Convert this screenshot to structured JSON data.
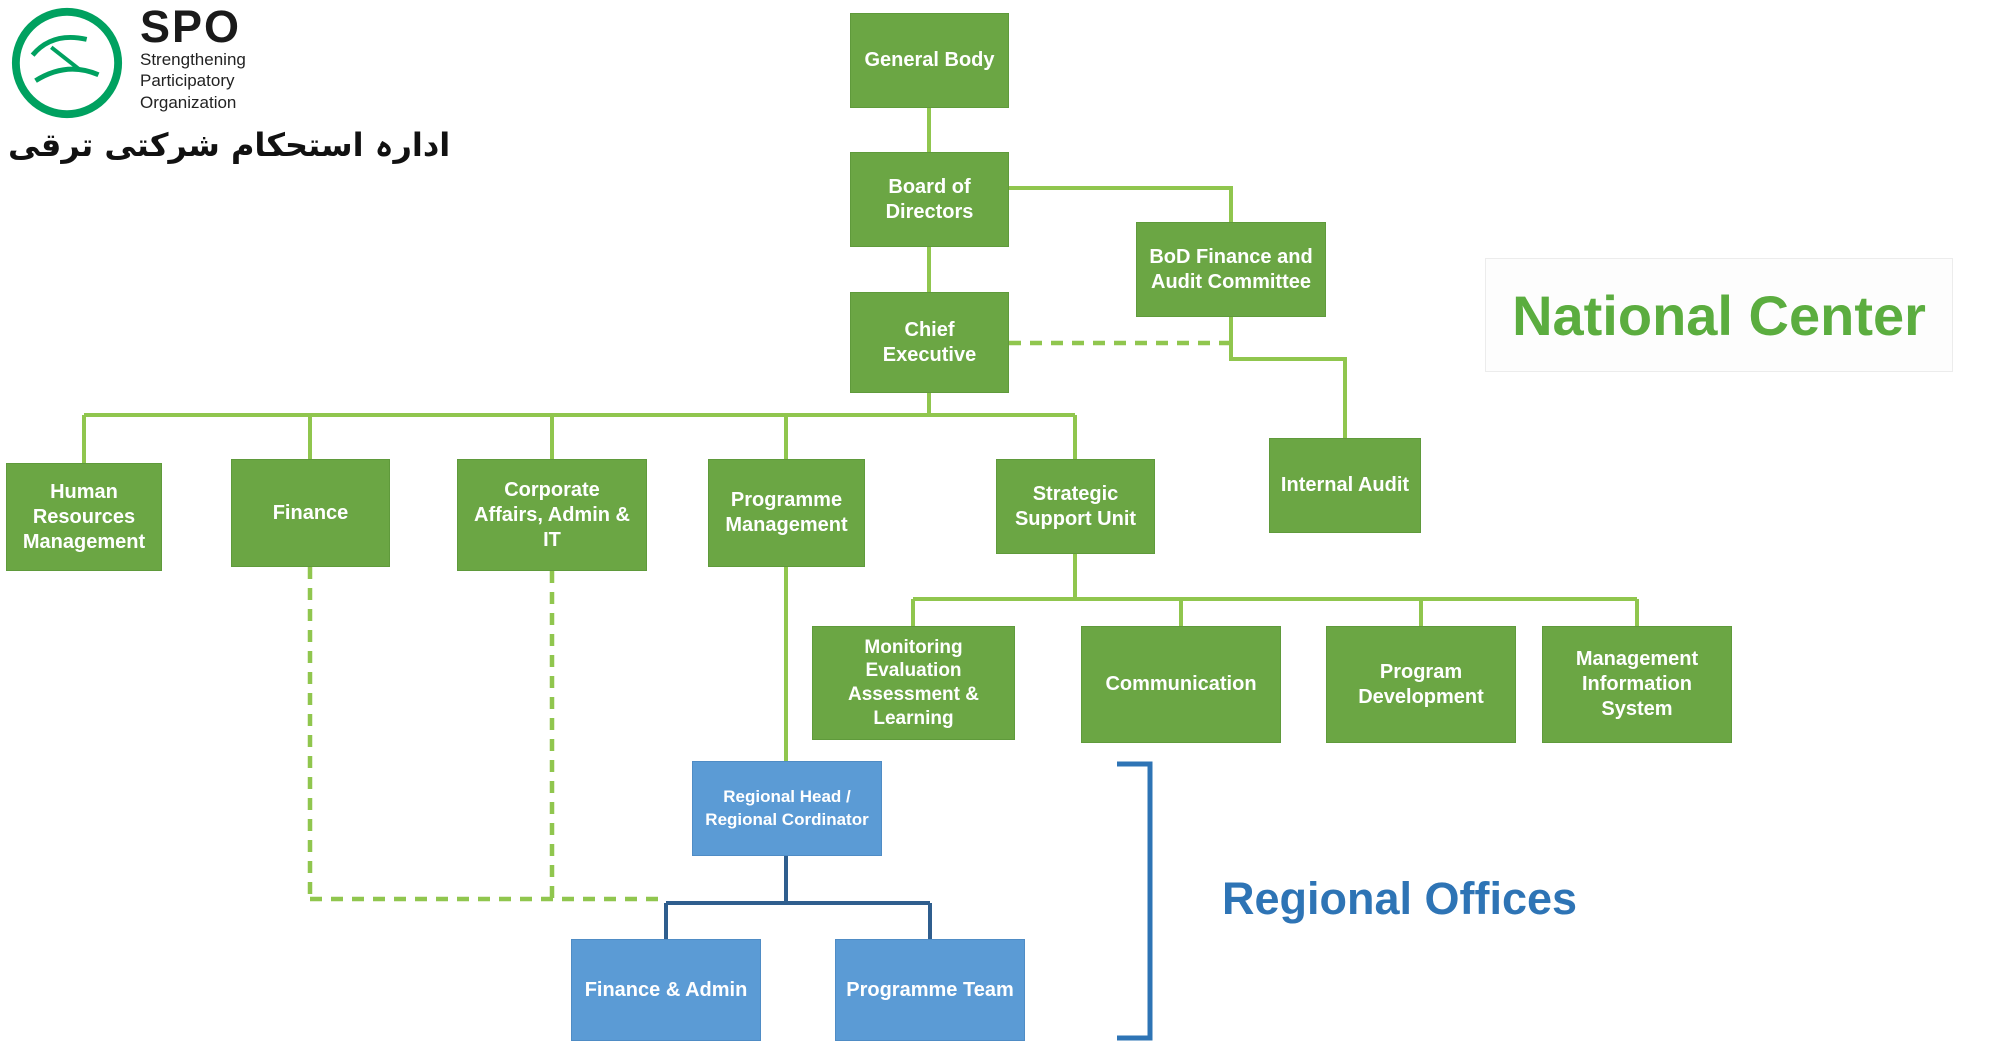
{
  "logo": {
    "acronym": "SPO",
    "name_line1": "Strengthening",
    "name_line2": "Participatory",
    "name_line3": "Organization",
    "urdu": "ادارہ استحکام شرکتی ترقی"
  },
  "labels": {
    "national_center": "National Center",
    "regional_offices": "Regional Offices"
  },
  "nodes": {
    "general_body": "General Body",
    "board_of_directors": "Board of Directors",
    "bod_finance_audit_committee": "BoD Finance and Audit Committee",
    "chief_executive": "Chief Executive",
    "internal_audit": "Internal Audit",
    "human_resources_management": "Human Resources Management",
    "finance": "Finance",
    "corporate_affairs_admin_it": "Corporate Affairs, Admin & IT",
    "programme_management": "Programme Management",
    "strategic_support_unit": "Strategic Support Unit",
    "monitoring_evaluation": "Monitoring Evaluation Assessment & Learning",
    "communication": "Communication",
    "program_development": "Program Development",
    "management_information_system": "Management Information System",
    "regional_head": "Regional Head / Regional Cordinator",
    "finance_admin": "Finance & Admin",
    "programme_team": "Programme Team"
  },
  "colors": {
    "green_box": "#6BA644",
    "blue_box": "#5B9BD5",
    "green_line": "#90C64E",
    "dark_blue_line": "#2F5E8E",
    "bracket_blue": "#2E74B5",
    "national_center_text": "#5BAD3F",
    "regional_offices_text": "#2E74B5",
    "logo_green": "#00A160"
  }
}
